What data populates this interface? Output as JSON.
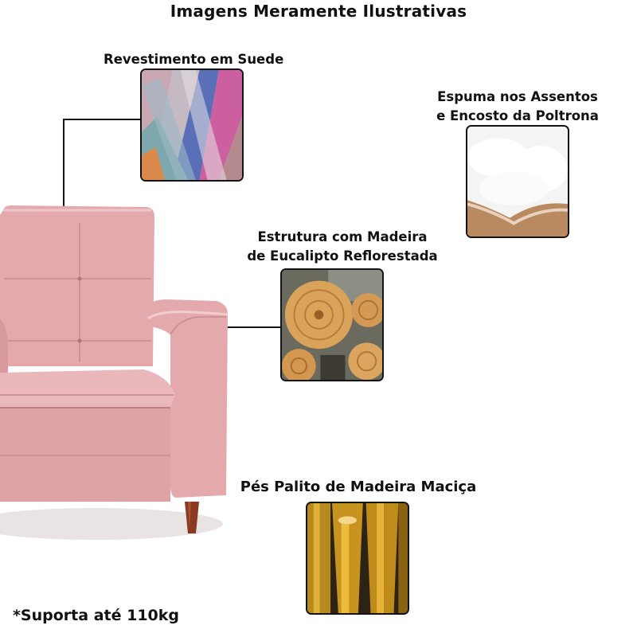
{
  "header": {
    "title": "Imagens Meramente Ilustrativas"
  },
  "features": [
    {
      "label": "Revestimento em Suede",
      "image": "suede-fabric-swatches"
    },
    {
      "label_line1": "Espuma nos Assentos",
      "label_line2": "e Encosto da Poltrona",
      "image": "foam-padding"
    },
    {
      "label_line1": "Estrutura com Madeira",
      "label_line2": "de Eucalipto Reflorestada",
      "image": "eucalyptus-logs"
    },
    {
      "label": "Pés Palito de Madeira Maciça",
      "image": "solid-wood-legs"
    }
  ],
  "footer": {
    "note": "*Suporta até 110kg"
  },
  "colors": {
    "upholstery": "#e3a9ad",
    "upholstery_shadow": "#c98a90",
    "wood_leg": "#8a3a22",
    "connector_line": "#141414"
  }
}
